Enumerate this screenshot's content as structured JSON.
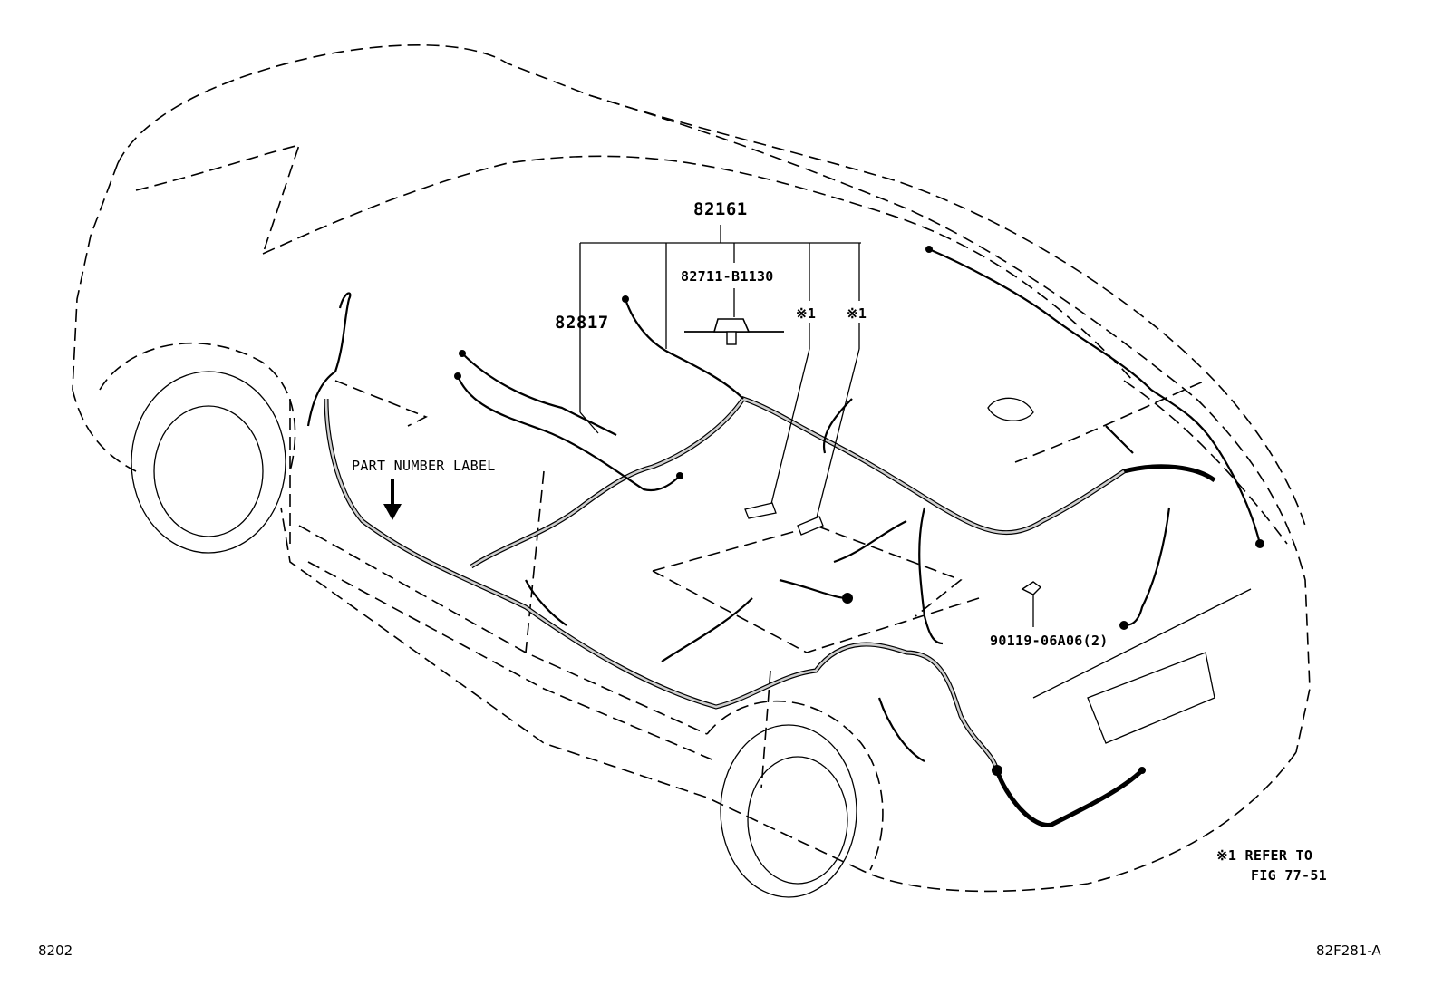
{
  "labels": {
    "part_82161": "82161",
    "part_82711": "82711-B1130",
    "part_82817": "82817",
    "ref_mark_a": "※1",
    "ref_mark_b": "※1",
    "part_number_label": "PART NUMBER LABEL",
    "bolt": "90119-06A06(2)",
    "note_line1": "※1 REFER TO",
    "note_line2": "FIG 77-51",
    "page_code": "8202",
    "figure_code": "82F281-A"
  }
}
